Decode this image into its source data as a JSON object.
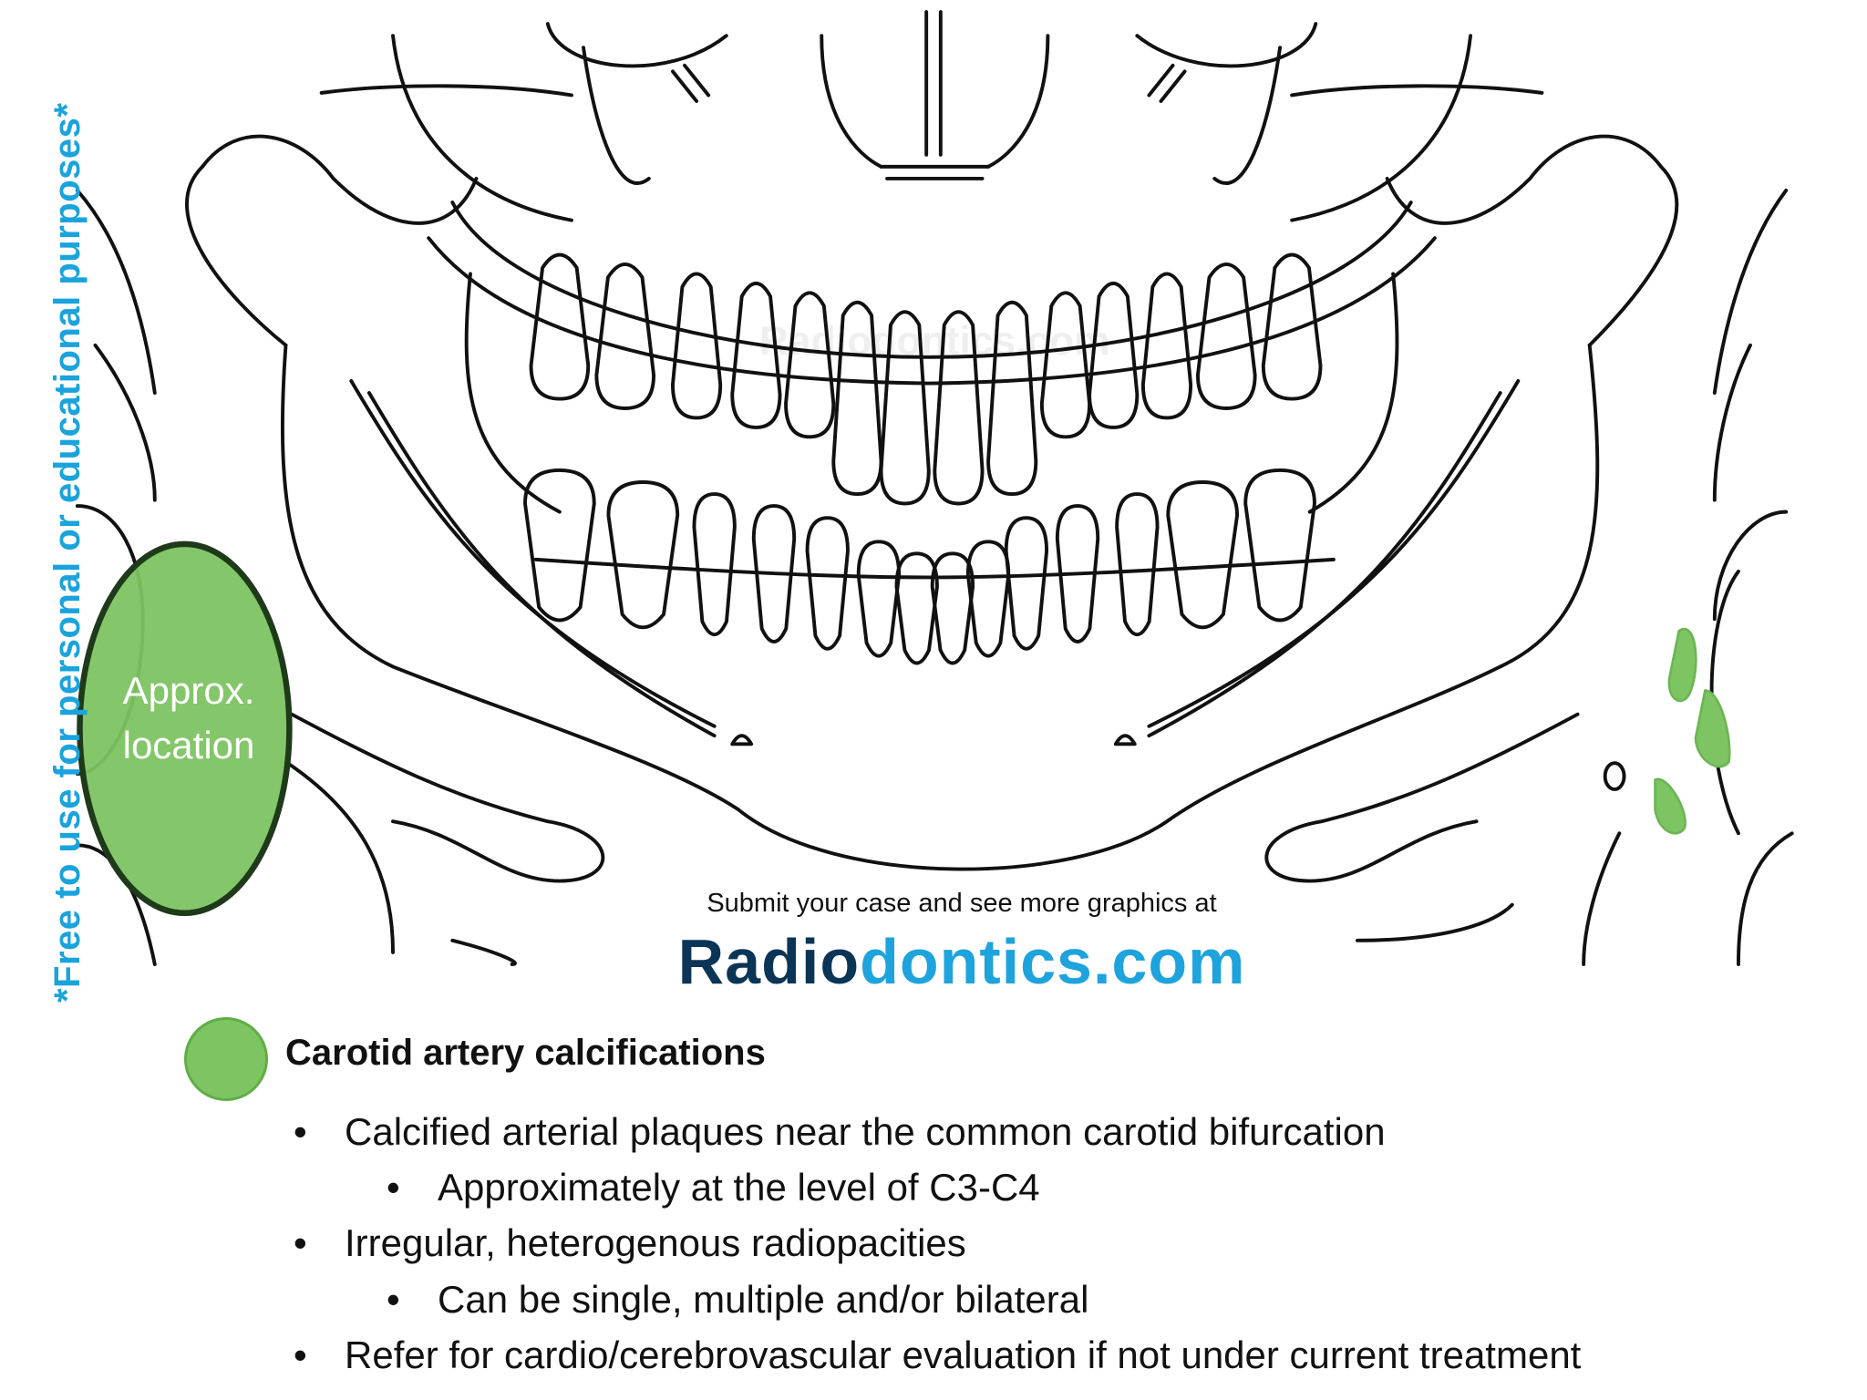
{
  "side_note": "*Free to use for personal or educational purposes*",
  "watermark": "Radiodontics.com",
  "region_label": [
    "Approx.",
    "location"
  ],
  "submit_text": "Submit your case and see more graphics at",
  "logo": {
    "part1": "Radio",
    "part2": "dontics.com"
  },
  "legend": {
    "title": "Carotid artery calcifications",
    "bullet_char": "•",
    "items": [
      {
        "level": 1,
        "text": "Calcified arterial plaques near the common carotid bifurcation"
      },
      {
        "level": 2,
        "text": "Approximately at the level of C3-C4"
      },
      {
        "level": 1,
        "text": "Irregular, heterogenous radiopacities"
      },
      {
        "level": 2,
        "text": "Can be single, multiple and/or bilateral"
      },
      {
        "level": 1,
        "text": "Refer for cardio/cerebrovascular evaluation if not under current treatment"
      }
    ]
  },
  "colors": {
    "calcification": "#7dc462",
    "outline": "#1e3a1a",
    "accent": "#1aa3dc",
    "logo_dark": "#0b3556"
  }
}
